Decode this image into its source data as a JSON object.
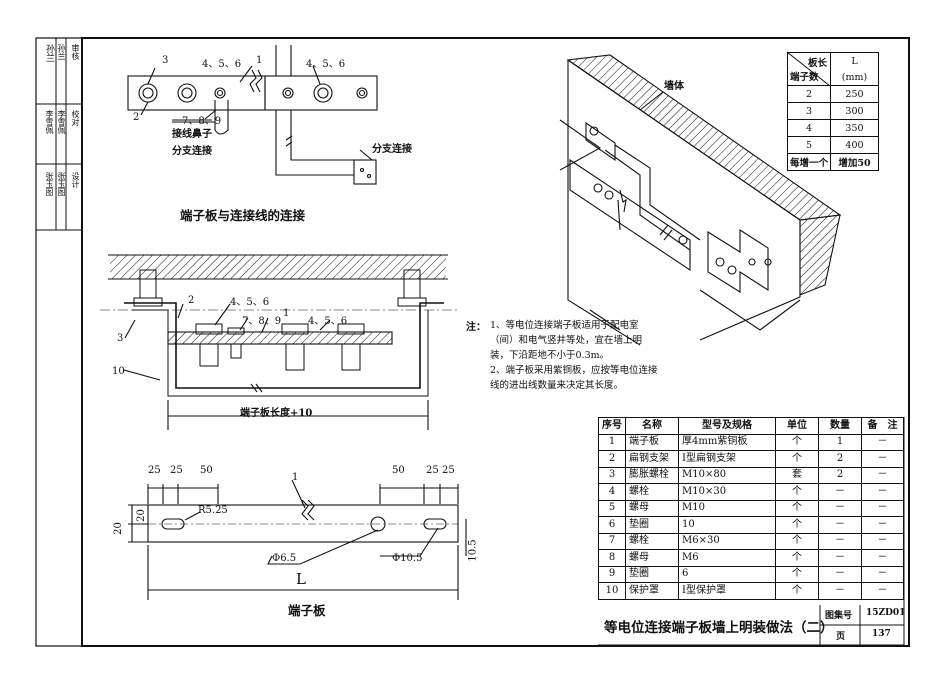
{
  "side_block": {
    "rows": [
      {
        "label": "审核",
        "name": "孙兰",
        "sign": "孙兰"
      },
      {
        "label": "校对",
        "name": "李雪佩",
        "sign": "李雪佩"
      },
      {
        "label": "设计",
        "name": "张玉图",
        "sign": "张玉图"
      }
    ]
  },
  "views": {
    "connection_title": "端子板与连接线的连接",
    "plate_title": "端子板",
    "wall_label": "墙体",
    "branch_label_left": "接线鼻子",
    "branch_label_left2": "分支连接",
    "branch_label_right": "分支连接",
    "plate_length_label": "端子板长度+10"
  },
  "callouts": {
    "c1": "1",
    "c2": "2",
    "c3": "3",
    "c10": "10",
    "c456": "4、5、6",
    "c789": "7、8、9"
  },
  "dims": {
    "d25": "25",
    "d50": "50",
    "d20": "20",
    "r": "R5.25",
    "phi_small": "Φ6.5",
    "phi_big": "Φ10.5",
    "d10_5": "10.5",
    "L": "L"
  },
  "length_table": {
    "head_top": "板长",
    "head_left": "端子数",
    "head_L": "L",
    "head_unit": "(mm)",
    "rows": [
      [
        "2",
        "250"
      ],
      [
        "3",
        "300"
      ],
      [
        "4",
        "350"
      ],
      [
        "5",
        "400"
      ],
      [
        "每增一个",
        "增加50"
      ]
    ]
  },
  "notes": {
    "prefix": "注：",
    "items": [
      "1、等电位连接端子板适用于配电室（间）和电气竖井等处，宜在墙上明装，下沿距地不小于0.3m。",
      "2、端子板采用紫铜板，应按等电位连接线的进出线数量来决定其长度。"
    ]
  },
  "materials": {
    "headers": [
      "序号",
      "名称",
      "型号及规格",
      "单位",
      "数量",
      "备　注"
    ],
    "rows": [
      [
        "1",
        "端子板",
        "厚4mm紫铜板",
        "个",
        "1",
        "－"
      ],
      [
        "2",
        "扁钢支架",
        "I型扁钢支架",
        "个",
        "2",
        "－"
      ],
      [
        "3",
        "膨胀螺栓",
        "M10×80",
        "套",
        "2",
        "－"
      ],
      [
        "4",
        "螺栓",
        "M10×30",
        "个",
        "－",
        "－"
      ],
      [
        "5",
        "螺母",
        "M10",
        "个",
        "－",
        "－"
      ],
      [
        "6",
        "垫圈",
        "10",
        "个",
        "－",
        "－"
      ],
      [
        "7",
        "螺栓",
        "M6×30",
        "个",
        "－",
        "－"
      ],
      [
        "8",
        "螺母",
        "M6",
        "个",
        "－",
        "－"
      ],
      [
        "9",
        "垫圈",
        "6",
        "个",
        "－",
        "－"
      ],
      [
        "10",
        "保护罩",
        "I型保护罩",
        "个",
        "－",
        "－"
      ]
    ]
  },
  "title_block": {
    "title": "等电位连接端子板墙上明装做法（二）",
    "atlas_label": "图集号",
    "atlas_no": "15ZD01",
    "page_label": "页",
    "page_no": "137"
  }
}
